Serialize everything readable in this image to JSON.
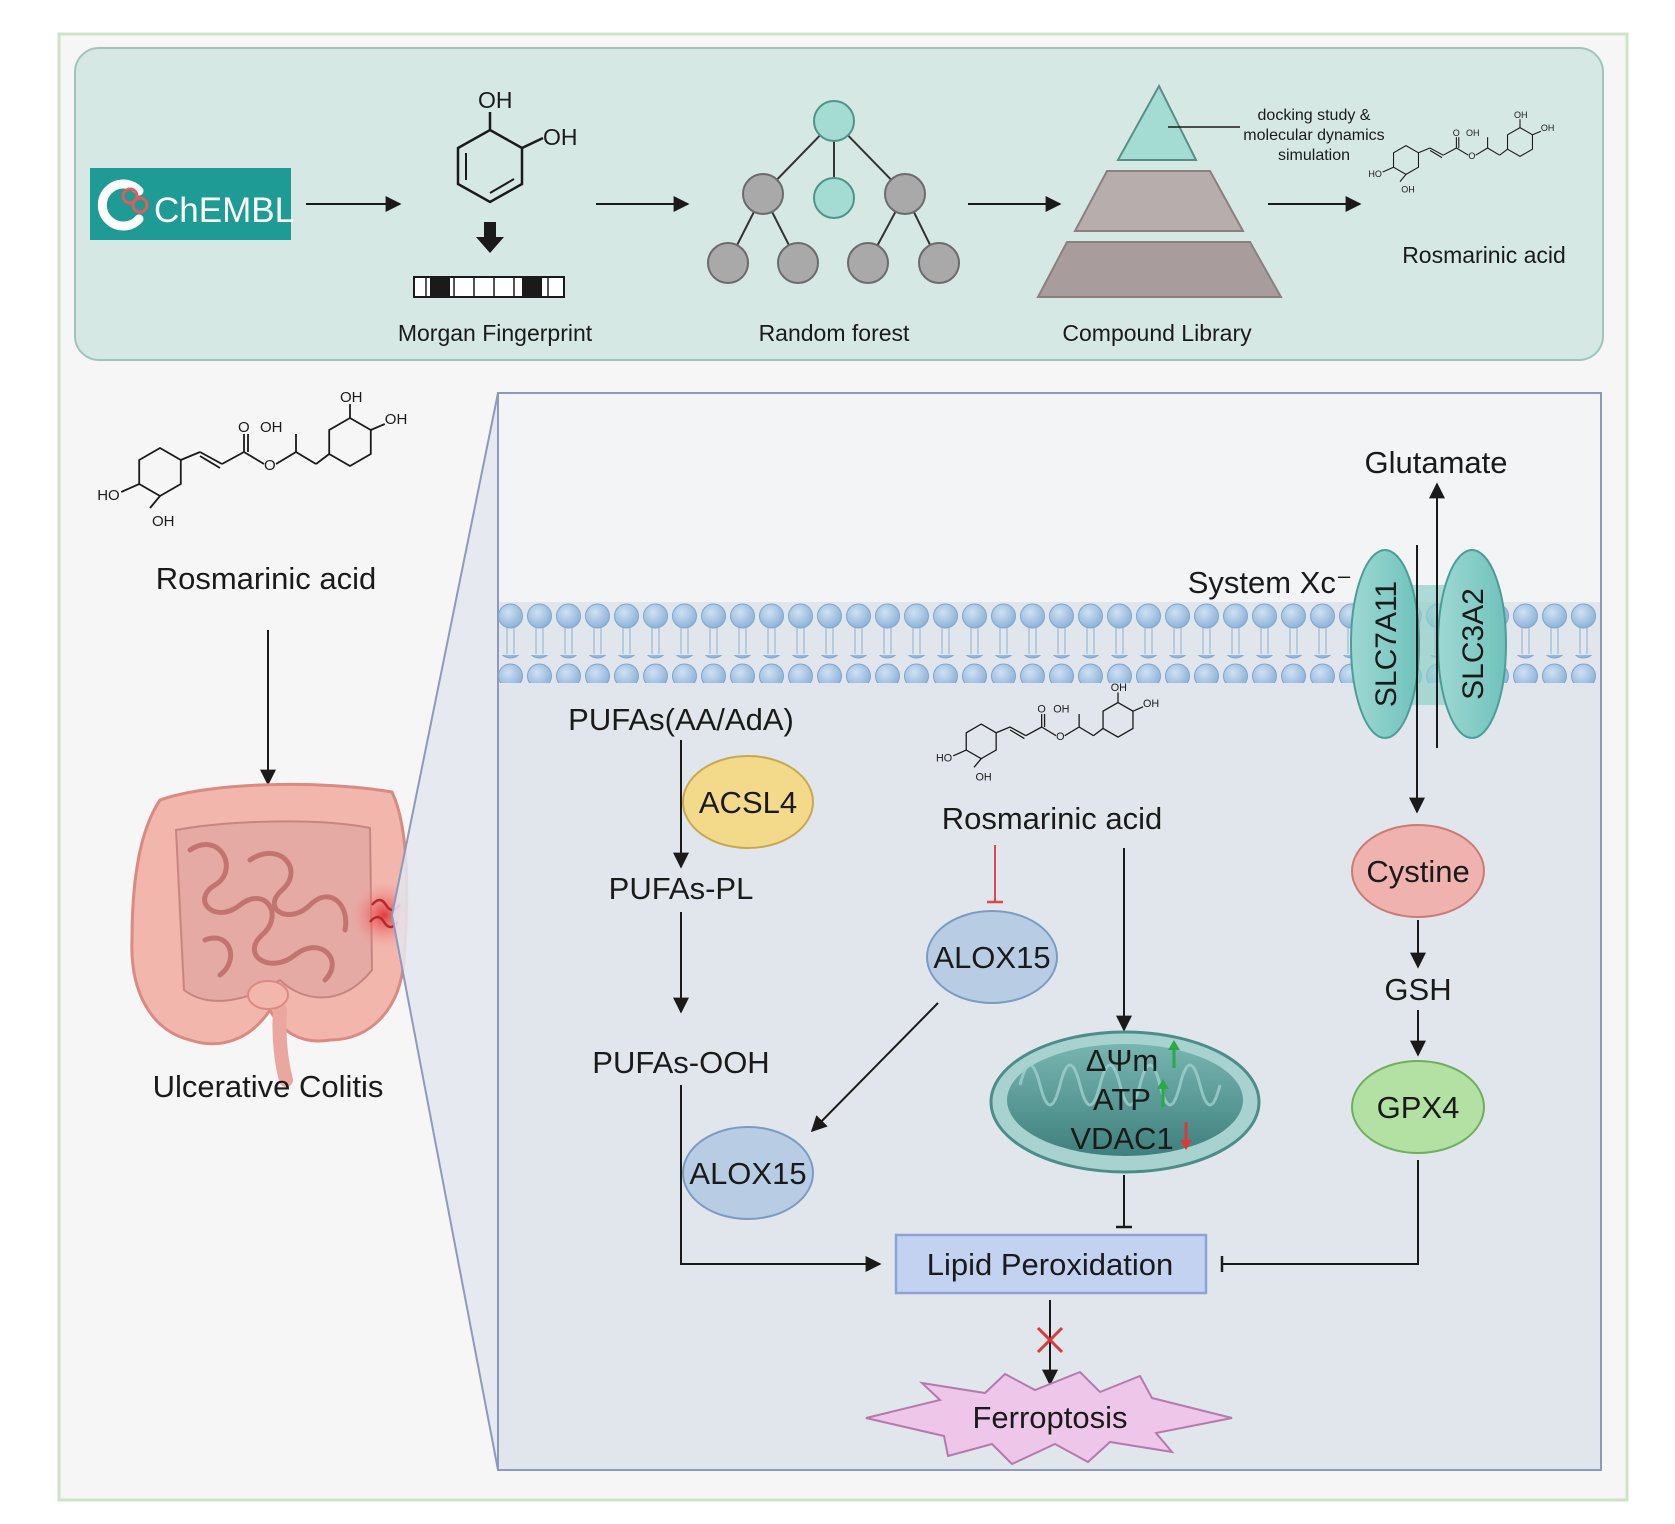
{
  "pipeline": {
    "chembl_logo_text": "ChEMBL",
    "catechol_oh_top": "OH",
    "catechol_oh_right": "OH",
    "morgan_label": "Morgan Fingerprint",
    "random_forest_label": "Random forest",
    "pyramid_note_line1": "docking study &",
    "pyramid_note_line2": "molecular dynamics",
    "pyramid_note_line3": "simulation",
    "compound_library_label": "Compound Library",
    "result_label": "Rosmarinic acid"
  },
  "left_panel": {
    "compound_label": "Rosmarinic acid",
    "disease_label": "Ulcerative Colitis"
  },
  "molecule_atoms": {
    "oh": "OH",
    "ho": "HO",
    "o": "O"
  },
  "pathway": {
    "pufas": "PUFAs(AA/AdA)",
    "acsl4": "ACSL4",
    "pufas_pl": "PUFAs-PL",
    "pufas_ooh": "PUFAs-OOH",
    "alox15_lower": "ALOX15",
    "ra_label": "Rosmarinic acid",
    "alox15_upper": "ALOX15",
    "mito_line1": "ΔΨm",
    "mito_line2": "ATP",
    "mito_line3": "VDAC1",
    "glutamate": "Glutamate",
    "system_xc": "System Xc⁻",
    "slc7a11": "SLC7A11",
    "slc3a2": "SLC3A2",
    "cystine": "Cystine",
    "gsh": "GSH",
    "gpx4": "GPX4",
    "lipid_peroxidation": "Lipid Peroxidation",
    "ferroptosis": "Ferroptosis"
  },
  "colors": {
    "top_panel_bg": "#d6e8e3",
    "chembl_teal": "#1e9b94",
    "pathway_bg": "#e1e6ec",
    "node_blue": "#b8cde4",
    "acsl4_yellow": "#f3d98a",
    "cystine_red": "#f0b2ae",
    "gpx4_green": "#b3e0a3",
    "lipid_box": "#c4d2f1",
    "ferroptosis_pink": "#edc6ea",
    "mito_teal": "#5a9e9b",
    "up_arrow_green": "#2aa84a",
    "down_arrow_red": "#d83a3a",
    "inhibit_red": "#d84b4b"
  }
}
